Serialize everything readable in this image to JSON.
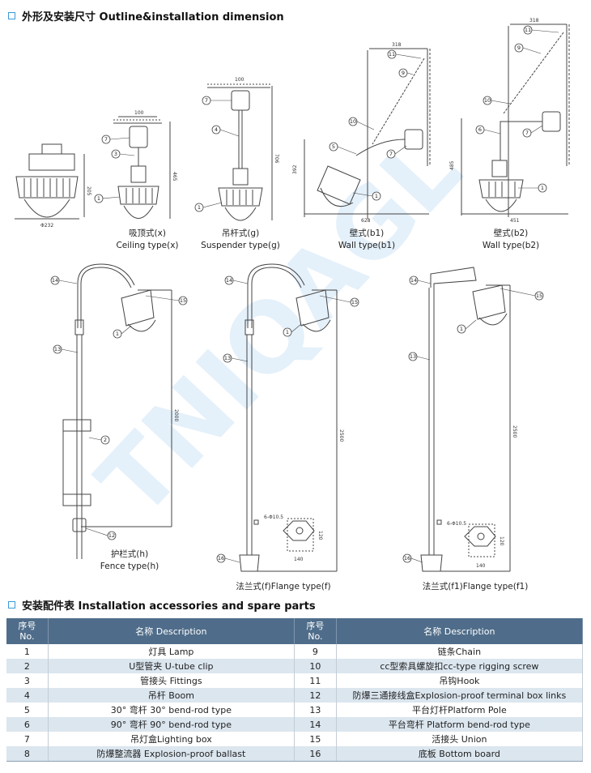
{
  "section1": {
    "title": "外形及安装尺寸 Outline&installation dimension"
  },
  "section2": {
    "title": "安装配件表 Installation accessories and spare parts"
  },
  "captions": {
    "ceiling": {
      "cn": "吸顶式(x)",
      "en": "Ceiling type(x)"
    },
    "suspender": {
      "cn": "吊杆式(g)",
      "en": "Suspender type(g)"
    },
    "wall_b1": {
      "cn": "壁式(b1)",
      "en": "Wall type(b1)"
    },
    "wall_b2": {
      "cn": "壁式(b2)",
      "en": "Wall type(b2)"
    },
    "fence": {
      "cn": "护栏式(h)",
      "en": "Fence type(h)"
    },
    "flange_f": {
      "cn": "法兰式(f)Flange type(f)"
    },
    "flange_f1": {
      "cn": "法兰式(f1)Flange type(f1)"
    }
  },
  "dimensions": {
    "d232": "Φ232",
    "d205": "205",
    "d100a": "100",
    "d465": "465",
    "d100b": "100",
    "d706": "706",
    "d318a": "318",
    "d392": "392",
    "d628": "628",
    "d318b": "318",
    "d485": "485",
    "d451": "451",
    "d2000": "2000",
    "d2500a": "2500",
    "d2500b": "2500",
    "holes_a": "6-Φ10.5",
    "d120a": "120",
    "d140a": "140",
    "holes_b": "6-Φ10.5",
    "d120b": "120",
    "d140b": "140"
  },
  "watermark": "TNIQAGL",
  "table": {
    "headers": {
      "no_cn": "序号",
      "no_en": "No.",
      "desc": "名称 Description"
    },
    "rows": [
      {
        "no1": "1",
        "desc1": "灯具 Lamp",
        "no2": "9",
        "desc2": "链条Chain"
      },
      {
        "no1": "2",
        "desc1": "U型管夹 U-tube clip",
        "no2": "10",
        "desc2": "cc型索具螺旋扣cc-type rigging screw"
      },
      {
        "no1": "3",
        "desc1": "管接头 Fittings",
        "no2": "11",
        "desc2": "吊钩Hook"
      },
      {
        "no1": "4",
        "desc1": "吊杆 Boom",
        "no2": "12",
        "desc2": "防爆三通接线盒Explosion-proof terminal box links"
      },
      {
        "no1": "5",
        "desc1": "30° 弯杆 30° bend-rod type",
        "no2": "13",
        "desc2": "平台灯杆Platform Pole"
      },
      {
        "no1": "6",
        "desc1": "90° 弯杆 90° bend-rod type",
        "no2": "14",
        "desc2": "平台弯杆 Platform bend-rod type"
      },
      {
        "no1": "7",
        "desc1": "吊灯盒Lighting box",
        "no2": "15",
        "desc2": "活接头 Union"
      },
      {
        "no1": "8",
        "desc1": "防爆整流器 Explosion-proof ballast",
        "no2": "16",
        "desc2": "底板 Bottom board"
      }
    ]
  }
}
